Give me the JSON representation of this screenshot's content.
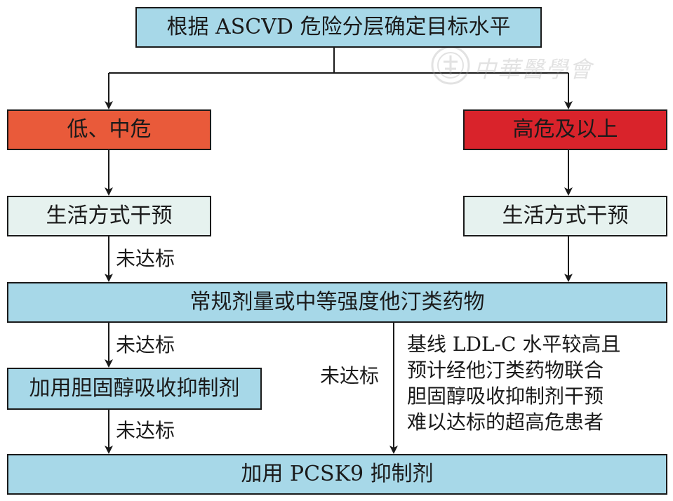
{
  "nodes": {
    "top": "根据 ASCVD 危险分层确定目标水平",
    "low_mid": "低、中危",
    "high": "高危及以上",
    "lifestyle_left": "生活方式干预",
    "lifestyle_right": "生活方式干预",
    "statin": "常规剂量或中等强度他汀类药物",
    "ezetimibe": "加用胆固醇吸收抑制剂",
    "pcsk9": "加用 PCSK9 抑制剂"
  },
  "edge_labels": {
    "not_met_1": "未达标",
    "not_met_2": "未达标",
    "not_met_3": "未达标",
    "not_met_4": "未达标"
  },
  "note_lines": [
    "基线 LDL-C 水平较高且",
    "预计经他汀类药物联合",
    "胆固醇吸收抑制剂干预",
    "难以达标的超高危患者"
  ],
  "watermark": {
    "text": "中華醫學會",
    "icon": "society-seal-icon"
  },
  "colors": {
    "blue_box": "#a7d8e8",
    "pale_box": "#e6f2ef",
    "orange_box": "#e95a3a",
    "red_box": "#d9232b",
    "line": "#1a1a1a"
  }
}
